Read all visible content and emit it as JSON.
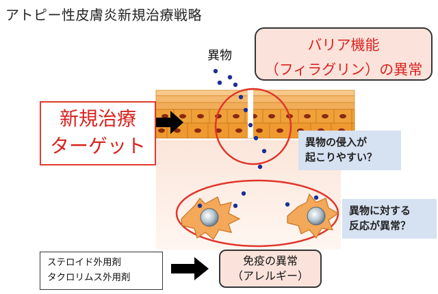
{
  "title": "アトピー性皮膚炎新規治療戦略",
  "barrier": {
    "line1": "バリア機能",
    "line2": "（フィラグリン）の異常"
  },
  "foreign_label": "異物",
  "target": {
    "line1": "新規治療",
    "line2": "ターゲット"
  },
  "note_invasion": {
    "line1": "異物の侵入が",
    "line2": "起こりやすい？"
  },
  "note_reaction": {
    "line1": "異物に対する",
    "line2": "反応が異常？"
  },
  "drugs": {
    "line1": "ステロイド外用剤",
    "line2": "タクロリムス外用剤"
  },
  "immune": {
    "line1": "免疫の異常",
    "line2": "（アレルギー）"
  },
  "colors": {
    "red_accent": "#d8231f",
    "pink_fill": "#fbe3dc",
    "note_blue": "#d6e1f1",
    "cell_orange": "#f0a23a",
    "dot_blue": "#1b2f96"
  }
}
